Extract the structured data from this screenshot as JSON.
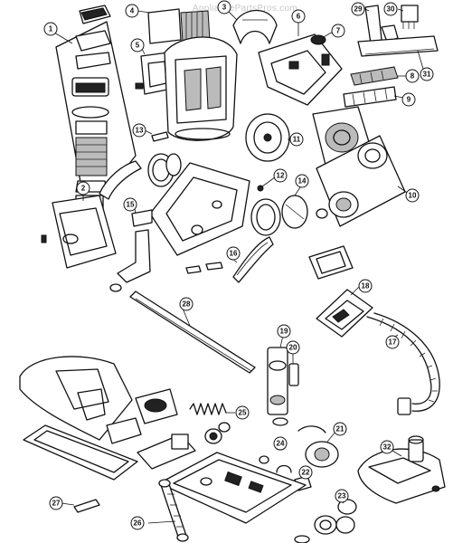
{
  "watermark": "AppliancePartsPros.com",
  "callouts": [
    {
      "id": "1",
      "label": "1"
    },
    {
      "id": "2",
      "label": "2"
    },
    {
      "id": "3",
      "label": "3"
    },
    {
      "id": "4",
      "label": "4"
    },
    {
      "id": "5",
      "label": "5"
    },
    {
      "id": "6",
      "label": "6"
    },
    {
      "id": "7",
      "label": "7"
    },
    {
      "id": "8",
      "label": "8"
    },
    {
      "id": "9",
      "label": "9"
    },
    {
      "id": "10",
      "label": "10"
    },
    {
      "id": "11",
      "label": "11"
    },
    {
      "id": "12",
      "label": "12"
    },
    {
      "id": "13",
      "label": "13"
    },
    {
      "id": "14",
      "label": "14"
    },
    {
      "id": "15",
      "label": "15"
    },
    {
      "id": "16",
      "label": "16"
    },
    {
      "id": "17",
      "label": "17"
    },
    {
      "id": "18",
      "label": "18"
    },
    {
      "id": "19",
      "label": "19"
    },
    {
      "id": "20",
      "label": "20"
    },
    {
      "id": "21",
      "label": "21"
    },
    {
      "id": "22",
      "label": "22"
    },
    {
      "id": "23",
      "label": "23"
    },
    {
      "id": "24",
      "label": "24"
    },
    {
      "id": "25",
      "label": "25"
    },
    {
      "id": "26",
      "label": "26"
    },
    {
      "id": "27",
      "label": "27"
    },
    {
      "id": "28",
      "label": "28"
    },
    {
      "id": "29",
      "label": "29"
    },
    {
      "id": "30",
      "label": "30"
    },
    {
      "id": "31",
      "label": "31"
    },
    {
      "id": "32",
      "label": "32"
    }
  ]
}
